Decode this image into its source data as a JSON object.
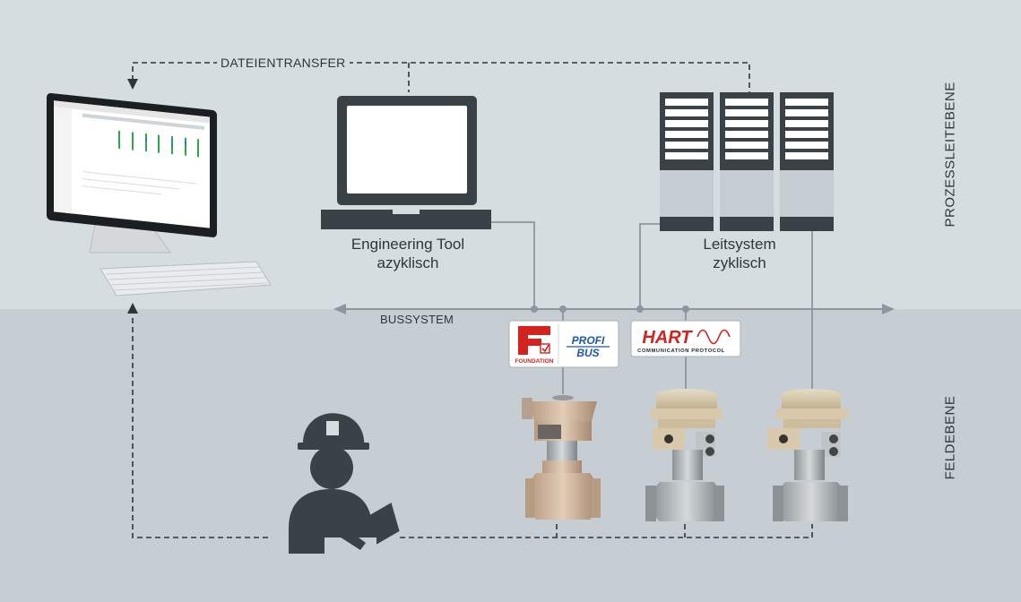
{
  "labels": {
    "file_transfer": "DATEIENTRANSFER",
    "bus_system": "BUSSYSTEM",
    "engineering_tool_line1": "Engineering Tool",
    "engineering_tool_line2": "azyklisch",
    "control_system_line1": "Leitsystem",
    "control_system_line2": "zyklisch",
    "level_process": "PROZESSLEITEBENE",
    "level_field": "FELDEBENE"
  },
  "logos": {
    "foundation_text": "FOUNDATION",
    "profibus_line1": "PROFI",
    "profibus_line2": "BUS",
    "hart_text": "HART",
    "hart_subtext": "COMMUNICATION PROTOCOL"
  },
  "icons": [
    "monitor-icon",
    "keyboard-icon",
    "laptop-icon",
    "server-rack-icon",
    "technician-icon",
    "control-valve-icon"
  ],
  "colors": {
    "background_top": "#d6dde1",
    "background_bottom": "#c6ced3",
    "icon_dark": "#3b4247",
    "line_gray": "#8c969d",
    "hart_red": "#d3231e",
    "profibus_blue": "#1d59a8",
    "valve_beige": "#d8c9ac"
  }
}
